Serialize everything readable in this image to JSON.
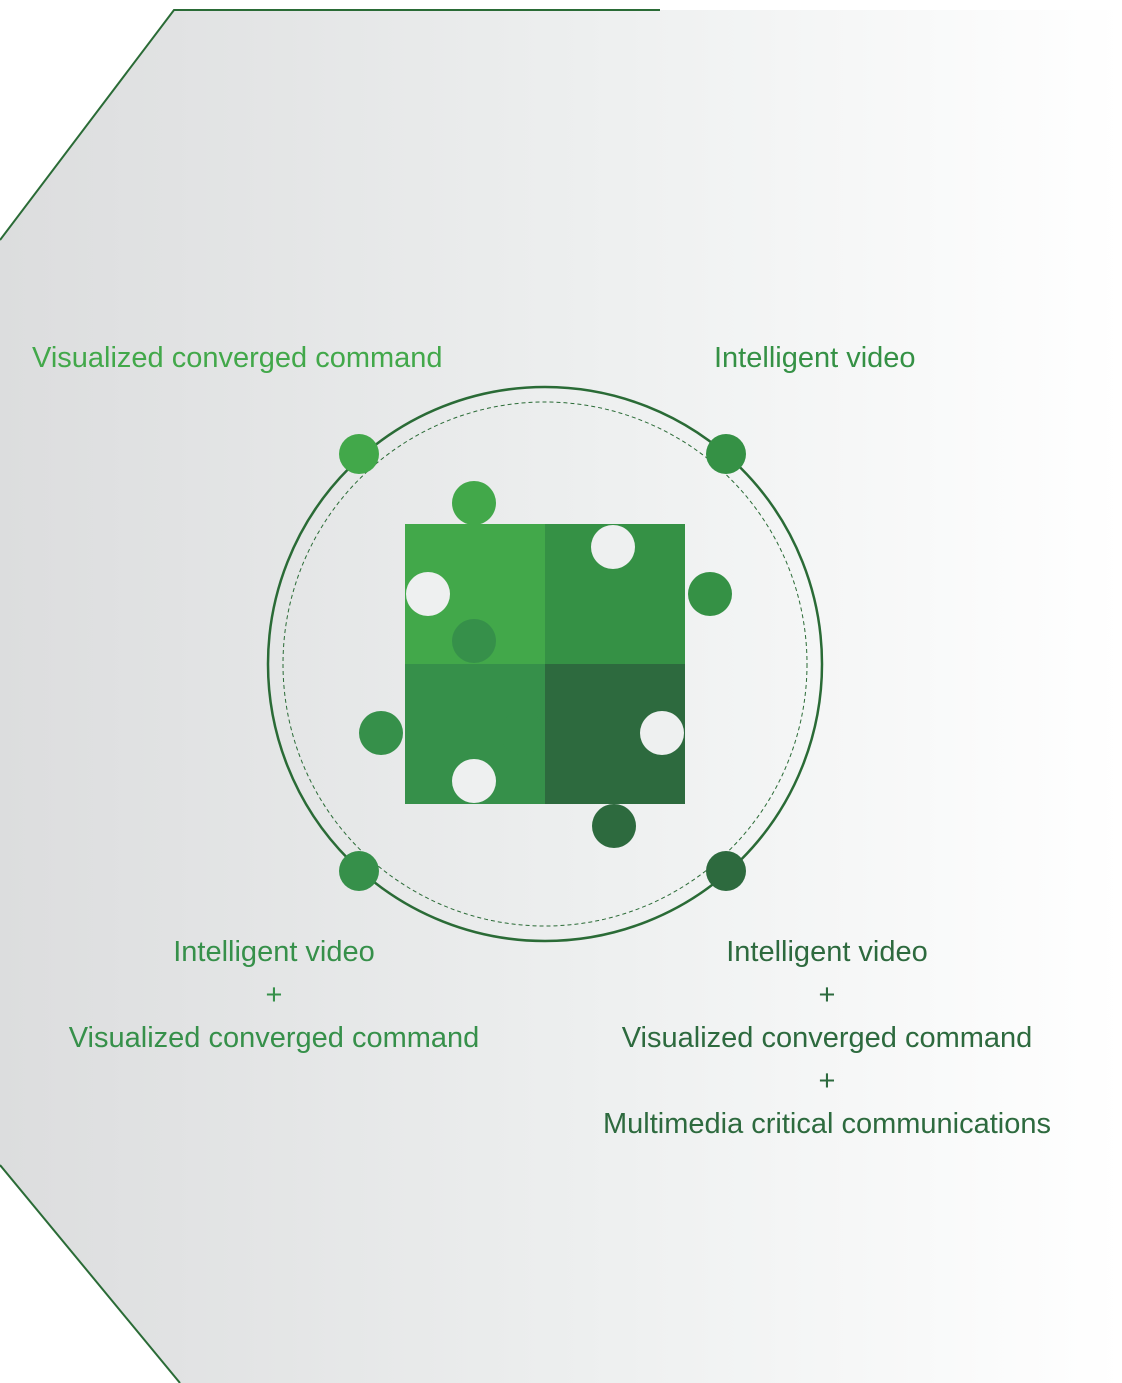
{
  "colors": {
    "pale_green": "#42a84a",
    "mid_green": "#359145",
    "mid_green_2": "#36904a",
    "dark_green": "#2d6a3e",
    "frame_green": "#2a6b36",
    "bg_gray_left": "#dcddde",
    "bg_gray_right": "#ffffff"
  },
  "stages": [
    {
      "id": "top-left",
      "color_key": "pale_green",
      "lines": [
        "Visualized converged command"
      ]
    },
    {
      "id": "top-right",
      "color_key": "mid_green",
      "lines": [
        "Intelligent video"
      ]
    },
    {
      "id": "bottom-left",
      "color_key": "mid_green_2",
      "lines": [
        "Intelligent video",
        "+",
        "Visualized converged command"
      ]
    },
    {
      "id": "bottom-right",
      "color_key": "dark_green",
      "lines": [
        "Intelligent video",
        "+",
        "Visualized converged command",
        "+",
        "Multimedia critical communications"
      ]
    }
  ],
  "icons": {
    "center": "puzzle-pieces-icon"
  }
}
